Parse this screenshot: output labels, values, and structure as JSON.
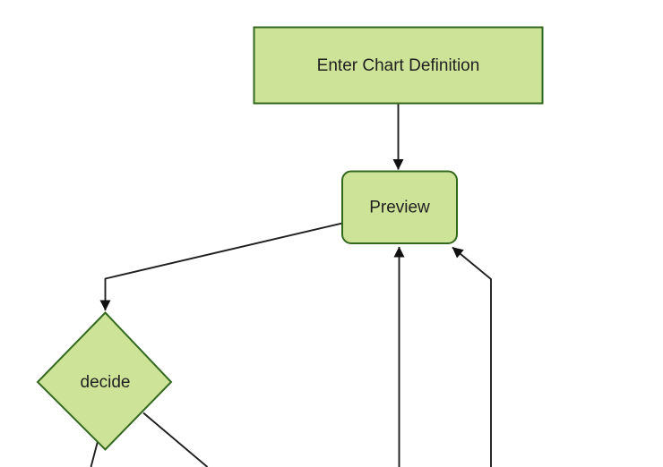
{
  "diagram": {
    "kind": "flowchart",
    "direction": "top-down",
    "nodes": [
      {
        "id": "A",
        "label": "Enter Chart Definition",
        "shape": "rectangle"
      },
      {
        "id": "B",
        "label": "Preview",
        "shape": "rounded-rectangle"
      },
      {
        "id": "C",
        "label": "decide",
        "shape": "diamond"
      }
    ],
    "edges": [
      {
        "from": "A",
        "to": "B",
        "arrow": true
      },
      {
        "from": "B",
        "to": "C",
        "arrow": true
      },
      {
        "from": "offscreen-bottom",
        "to": "B",
        "arrow": true
      },
      {
        "from": "offscreen-bottom-right",
        "to": "B",
        "arrow": true
      },
      {
        "from": "C",
        "to": "offscreen-bottom-left",
        "arrow": false
      },
      {
        "from": "C",
        "to": "offscreen-bottom-right",
        "arrow": false
      }
    ]
  },
  "theme": {
    "background": "#ffffff",
    "node_fill": "#cde498",
    "node_border": "#33691e",
    "edge_color": "#1f1f1f",
    "arrowhead_color": "#111111",
    "text_color": "#1f1f1f"
  }
}
